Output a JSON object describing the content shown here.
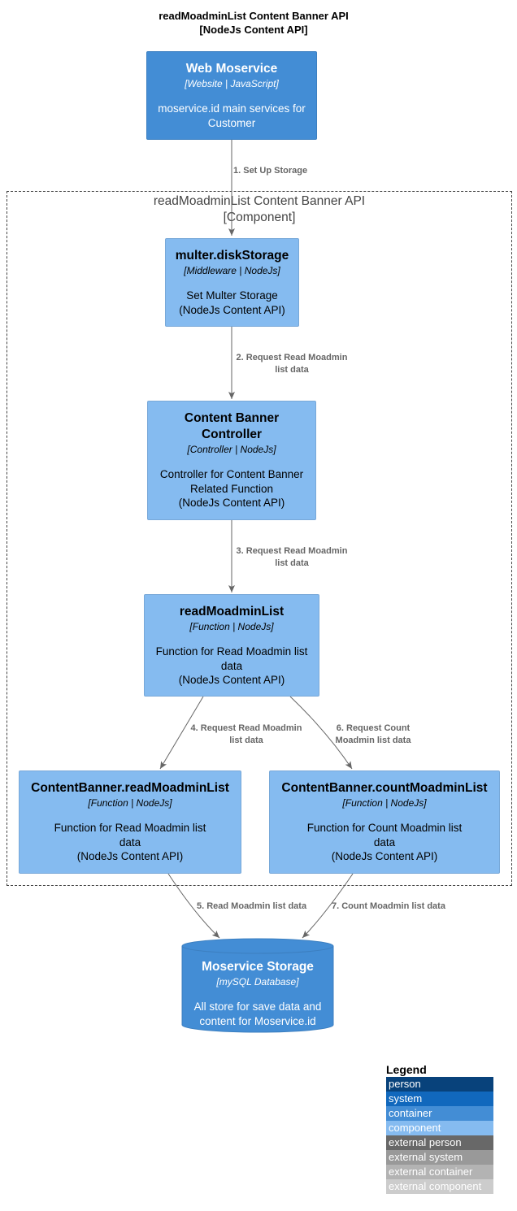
{
  "title": {
    "line1": "readMoadminList Content Banner API",
    "line2": "[NodeJs Content API]"
  },
  "boundary": {
    "line1": "readMoadminList Content Banner API",
    "line2": "[Component]"
  },
  "nodes": {
    "web_moservice": {
      "name": "Web Moservice",
      "tech": "[Website | JavaScript]",
      "desc_lines": [
        "moservice.id main services for",
        "Customer"
      ]
    },
    "multer": {
      "name": "multer.diskStorage",
      "tech": "[Middleware | NodeJs]",
      "desc_lines": [
        "Set Multer Storage",
        "(NodeJs Content API)"
      ]
    },
    "controller": {
      "name_lines": [
        "Content Banner",
        "Controller"
      ],
      "tech": "[Controller | NodeJs]",
      "desc_lines": [
        "Controller for Content Banner",
        "Related Function",
        "(NodeJs Content API)"
      ]
    },
    "read_list": {
      "name": "readMoadminList",
      "tech": "[Function | NodeJs]",
      "desc_lines": [
        "Function for Read Moadmin list",
        "data",
        "(NodeJs Content API)"
      ]
    },
    "cb_read": {
      "name": "ContentBanner.readMoadminList",
      "tech": "[Function | NodeJs]",
      "desc_lines": [
        "Function for Read Moadmin list",
        "data",
        "(NodeJs Content API)"
      ]
    },
    "cb_count": {
      "name": "ContentBanner.countMoadminList",
      "tech": "[Function | NodeJs]",
      "desc_lines": [
        "Function for Count Moadmin list",
        "data",
        "(NodeJs Content API)"
      ]
    },
    "storage": {
      "name": "Moservice Storage",
      "tech": "[mySQL Database]",
      "desc_lines": [
        "All store for save data and",
        "content for Moservice.id"
      ]
    }
  },
  "edges": {
    "e1": [
      "1. Set Up Storage"
    ],
    "e2": [
      "2. Request Read Moadmin",
      "list data"
    ],
    "e3": [
      "3. Request Read Moadmin",
      "list data"
    ],
    "e4": [
      "4. Request Read Moadmin",
      "list data"
    ],
    "e6": [
      "6. Request Count",
      "Moadmin list data"
    ],
    "e5": [
      "5. Read Moadmin list data"
    ],
    "e7": [
      "7. Count Moadmin list data"
    ]
  },
  "legend": {
    "title": "Legend",
    "items": [
      {
        "label": "person",
        "color": "#08427b"
      },
      {
        "label": "system",
        "color": "#1168bd"
      },
      {
        "label": "container",
        "color": "#438dd5"
      },
      {
        "label": "component",
        "color": "#85bbf0"
      },
      {
        "label": "external person",
        "color": "#686868"
      },
      {
        "label": "external system",
        "color": "#999999"
      },
      {
        "label": "external container",
        "color": "#b3b3b3"
      },
      {
        "label": "external component",
        "color": "#cccccc"
      }
    ]
  },
  "colors": {
    "container": "#438dd5",
    "component": "#85bbf0",
    "edge": "#666666"
  }
}
